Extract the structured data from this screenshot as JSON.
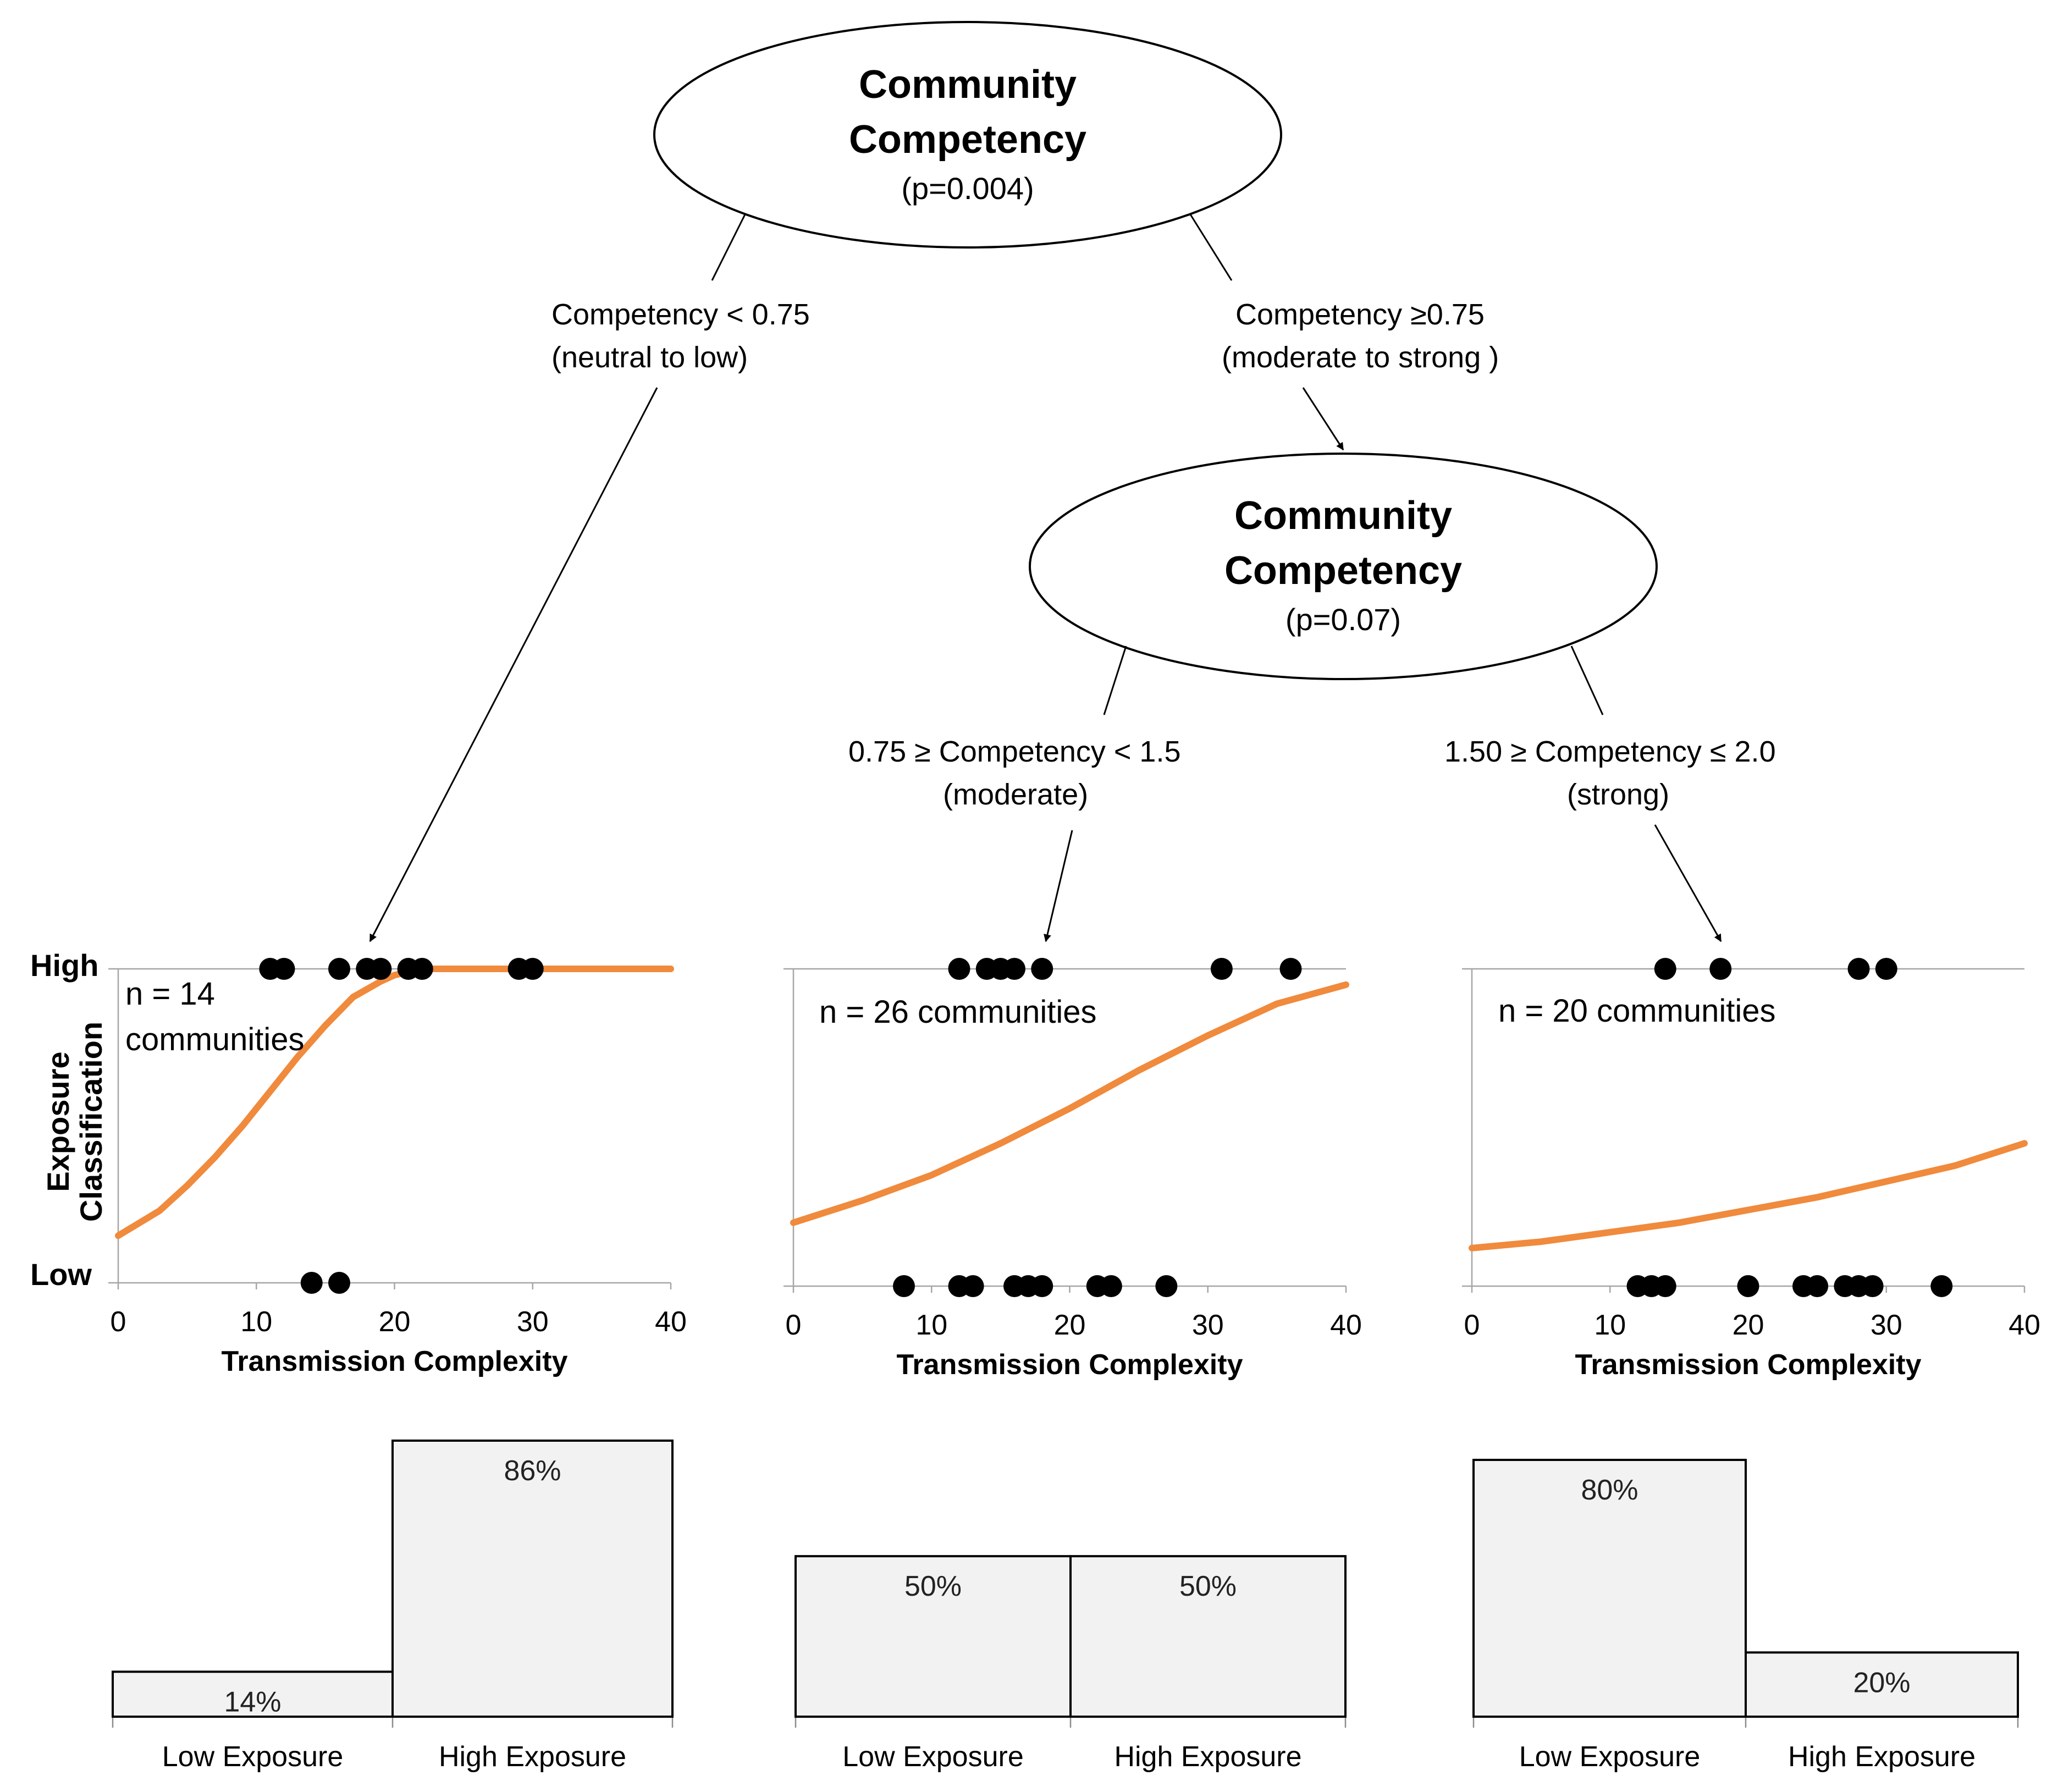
{
  "tree": {
    "root": {
      "title_line1": "Community",
      "title_line2": "Competency",
      "pvalue": "(p=0.004)"
    },
    "child": {
      "title_line1": "Community",
      "title_line2": "Competency",
      "pvalue": "(p=0.07)"
    },
    "edges": {
      "left_line1": "Competency  < 0.75",
      "left_line2": "(neutral to low)",
      "right_line1": "Competency  ≥0.75",
      "right_line2": "(moderate to strong )",
      "mid_line1": "0.75 ≥ Competency  < 1.5",
      "mid_line2": "(moderate)",
      "strong_line1": "1.50 ≥ Competency  ≤ 2.0",
      "strong_line2": "(strong)"
    }
  },
  "axis": {
    "y_high": "High",
    "y_low": "Low",
    "y_title_line1": "Exposure",
    "y_title_line2": "Classification",
    "x_title": "Transmission  Complexity",
    "x_ticks": [
      "0",
      "10",
      "20",
      "30",
      "40"
    ]
  },
  "colors": {
    "curve": "#f08a3c",
    "dot": "#000000",
    "bar_fill": "#f2f2f2"
  },
  "chart_data": [
    {
      "type": "scatter",
      "panel": "neutral to low",
      "annotation_line1": "n = 14",
      "annotation_line2": "communities",
      "xlim": [
        0,
        40
      ],
      "y_categories": [
        "Low",
        "High"
      ],
      "high_points_x": [
        11,
        12,
        16,
        18,
        19,
        21,
        22,
        29,
        30
      ],
      "low_points_x": [
        14,
        16
      ],
      "curve": {
        "x": [
          0,
          3,
          5,
          7,
          9,
          11,
          13,
          15,
          17,
          19,
          20,
          21,
          22,
          23,
          24,
          26,
          40
        ],
        "y": [
          0.15,
          0.23,
          0.31,
          0.4,
          0.5,
          0.61,
          0.72,
          0.82,
          0.91,
          0.96,
          0.98,
          0.99,
          1.0,
          1.0,
          1.0,
          1.0,
          1.0
        ]
      }
    },
    {
      "type": "scatter",
      "panel": "moderate",
      "annotation_line1": "n = 26 communities",
      "xlim": [
        0,
        40
      ],
      "y_categories": [
        "Low",
        "High"
      ],
      "high_points_x": [
        12,
        14,
        15,
        16,
        18,
        31,
        36
      ],
      "low_points_x": [
        8,
        12,
        13,
        16,
        17,
        18,
        22,
        23,
        27
      ],
      "curve": {
        "x": [
          0,
          5,
          10,
          15,
          20,
          25,
          30,
          35,
          40
        ],
        "y": [
          0.2,
          0.27,
          0.35,
          0.45,
          0.56,
          0.68,
          0.79,
          0.89,
          0.95
        ]
      }
    },
    {
      "type": "scatter",
      "panel": "strong",
      "annotation_line1": "n = 20 communities",
      "xlim": [
        0,
        40
      ],
      "y_categories": [
        "Low",
        "High"
      ],
      "high_points_x": [
        14,
        18,
        28,
        30
      ],
      "low_points_x": [
        12,
        13,
        14,
        20,
        24,
        25,
        27,
        28,
        29,
        34
      ],
      "curve": {
        "x": [
          0,
          5,
          10,
          15,
          20,
          25,
          30,
          35,
          40
        ],
        "y": [
          0.12,
          0.14,
          0.17,
          0.2,
          0.24,
          0.28,
          0.33,
          0.38,
          0.45
        ]
      }
    },
    {
      "type": "bar",
      "panel": "neutral to low",
      "categories": [
        "Low Exposure",
        "High Exposure"
      ],
      "values": [
        14,
        86
      ],
      "labels": [
        "14%",
        "86%"
      ]
    },
    {
      "type": "bar",
      "panel": "moderate",
      "categories": [
        "Low Exposure",
        "High Exposure"
      ],
      "values": [
        50,
        50
      ],
      "labels": [
        "50%",
        "50%"
      ]
    },
    {
      "type": "bar",
      "panel": "strong",
      "categories": [
        "Low Exposure",
        "High Exposure"
      ],
      "values": [
        80,
        20
      ],
      "labels": [
        "80%",
        "20%"
      ]
    }
  ]
}
